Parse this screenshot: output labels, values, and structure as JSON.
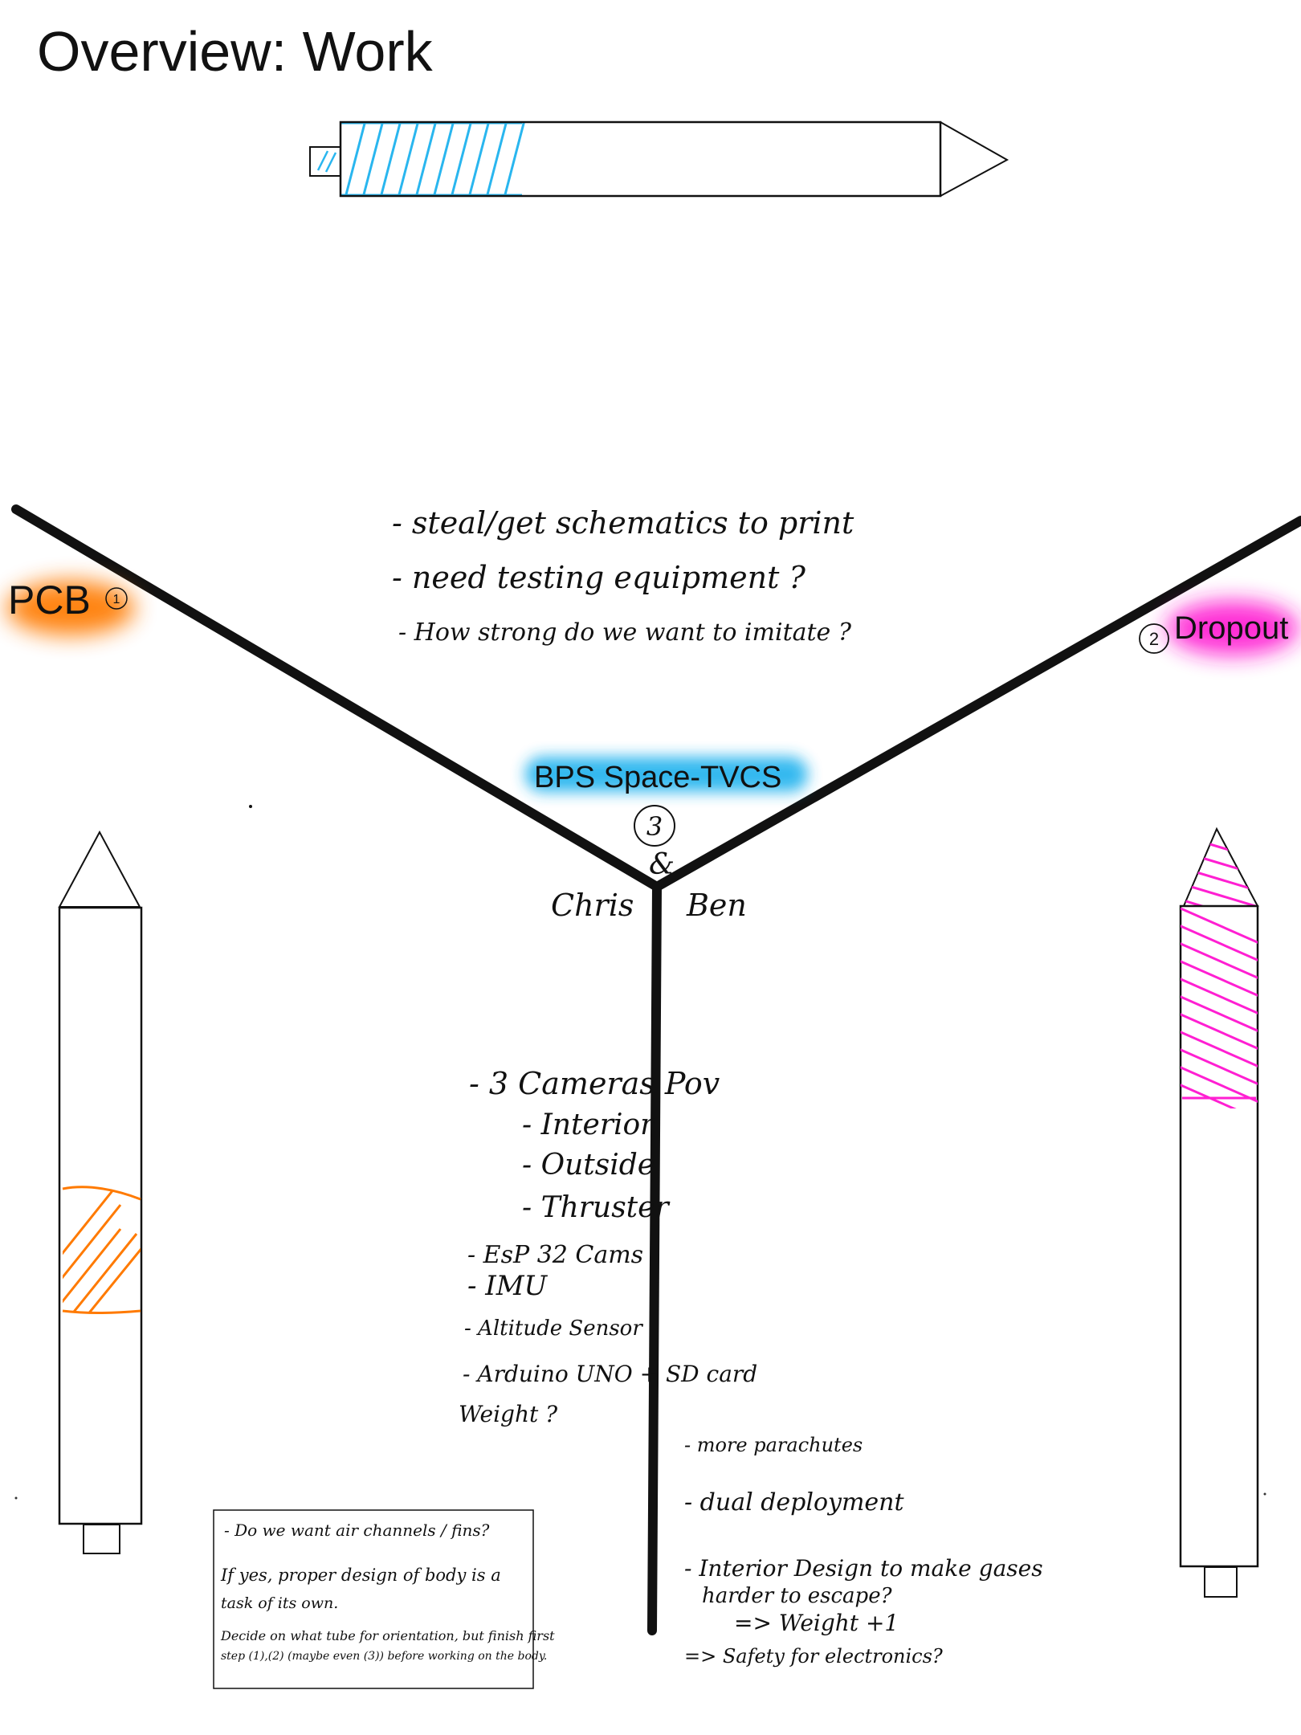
{
  "title": "Overview: Work",
  "labels": {
    "pcb": "PCB",
    "pcb_num": "1",
    "dropout": "Dropout",
    "dropout_num": "2",
    "bps": "BPS Space-TVCS",
    "bps_num": "3",
    "amp": "&",
    "chris": "Chris",
    "ben": "Ben"
  },
  "top_notes": [
    "- steal/get schematics to print",
    "- need testing equipment ?",
    "- How strong do we want to imitate ?"
  ],
  "camera_notes": {
    "heading": "- 3 Cameras Pov",
    "items": [
      "- Interior",
      "- Outside",
      "- Thruster"
    ]
  },
  "component_notes": [
    "- EsP 32 Cams",
    "- IMU",
    "- Altitude Sensor",
    "- Arduino UNO + SD card"
  ],
  "weight_note": "Weight ?",
  "recovery_notes": [
    "- more parachutes",
    "- dual deployment",
    "- Interior Design to make gases",
    "harder to escape?",
    "=> Weight +1"
  ],
  "safety_note": "=> Safety for electronics?",
  "box_notes": [
    "- Do we want air channels / fins?",
    "If yes, proper design of body is a",
    "task of its own.",
    "Decide on what tube for orientation, but finish first",
    "step (1),(2) (maybe even (3)) before working on the body."
  ],
  "colors": {
    "pcb": "#ff7a00",
    "dropout": "#ff1fd2",
    "bps": "#29b6ef",
    "safety": "#e8453c",
    "ink": "#111111"
  }
}
